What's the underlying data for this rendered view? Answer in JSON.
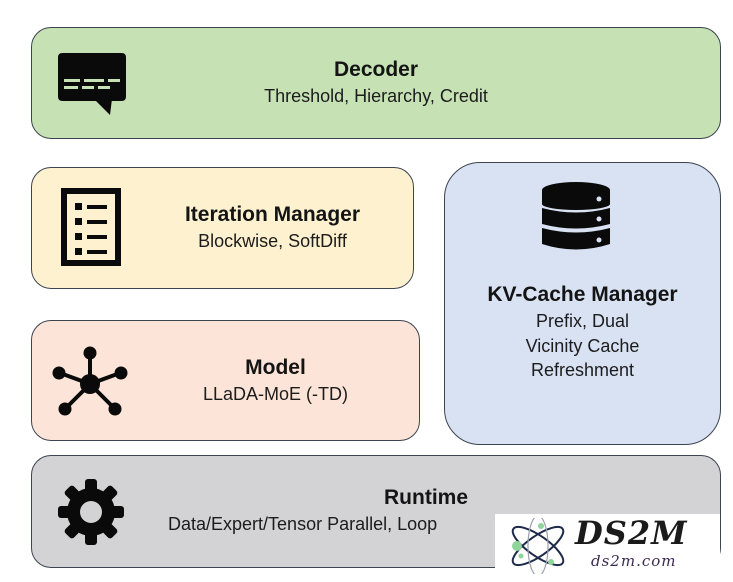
{
  "blocks": {
    "decoder": {
      "title": "Decoder",
      "subtitle": "Threshold, Hierarchy, Credit",
      "icon": "chat-bubble-icon",
      "color": "#c6e2b5"
    },
    "iteration": {
      "title": "Iteration Manager",
      "subtitle": "Blockwise, SoftDiff",
      "icon": "list-document-icon",
      "color": "#fdf1cf"
    },
    "model": {
      "title": "Model",
      "subtitle": "LLaDA-MoE (-TD)",
      "icon": "network-hub-icon",
      "color": "#fce5d8"
    },
    "kv_cache": {
      "title": "KV-Cache Manager",
      "lines": [
        "Prefix, Dual",
        "Vicinity Cache",
        "Refreshment"
      ],
      "icon": "database-icon",
      "color": "#d9e2f3"
    },
    "runtime": {
      "title": "Runtime",
      "subtitle": "Data/Expert/Tensor Parallel, Loop",
      "icon": "gear-icon",
      "color": "#d3d3d5"
    }
  },
  "watermark": {
    "brand": "DS2M",
    "url": "ds2m.com",
    "icon": "atom-logo-icon"
  }
}
